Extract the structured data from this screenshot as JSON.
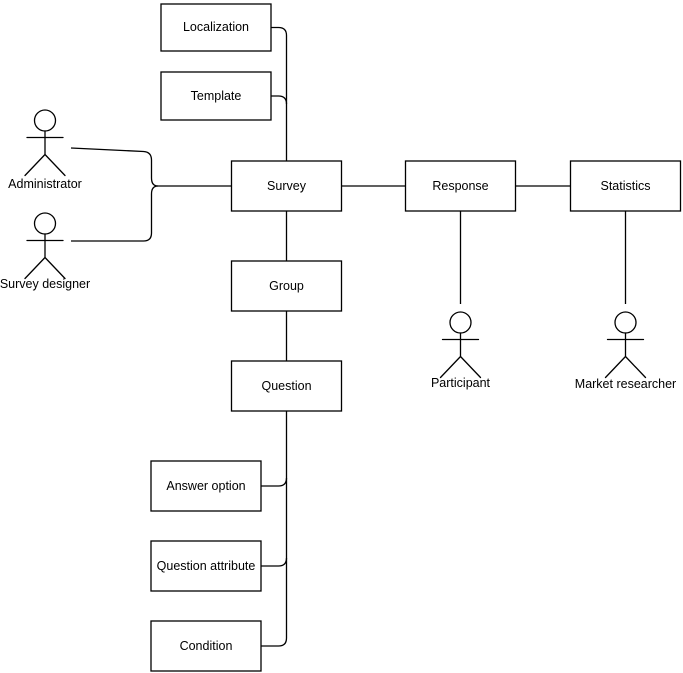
{
  "diagram": {
    "colors": {
      "stroke": "#000000",
      "shape_fill": "#ffffff",
      "text": "#000000",
      "background": "#ffffff"
    },
    "entities": [
      {
        "label": "Localization"
      },
      {
        "label": "Template"
      },
      {
        "label": "Survey"
      },
      {
        "label": "Response"
      },
      {
        "label": "Statistics"
      },
      {
        "label": "Group"
      },
      {
        "label": "Question"
      },
      {
        "label": "Answer option"
      },
      {
        "label": "Question attribute"
      },
      {
        "label": "Condition"
      }
    ],
    "actors": [
      {
        "label": "Administrator"
      },
      {
        "label": "Survey designer"
      },
      {
        "label": "Participant"
      },
      {
        "label": "Market researcher"
      }
    ]
  }
}
